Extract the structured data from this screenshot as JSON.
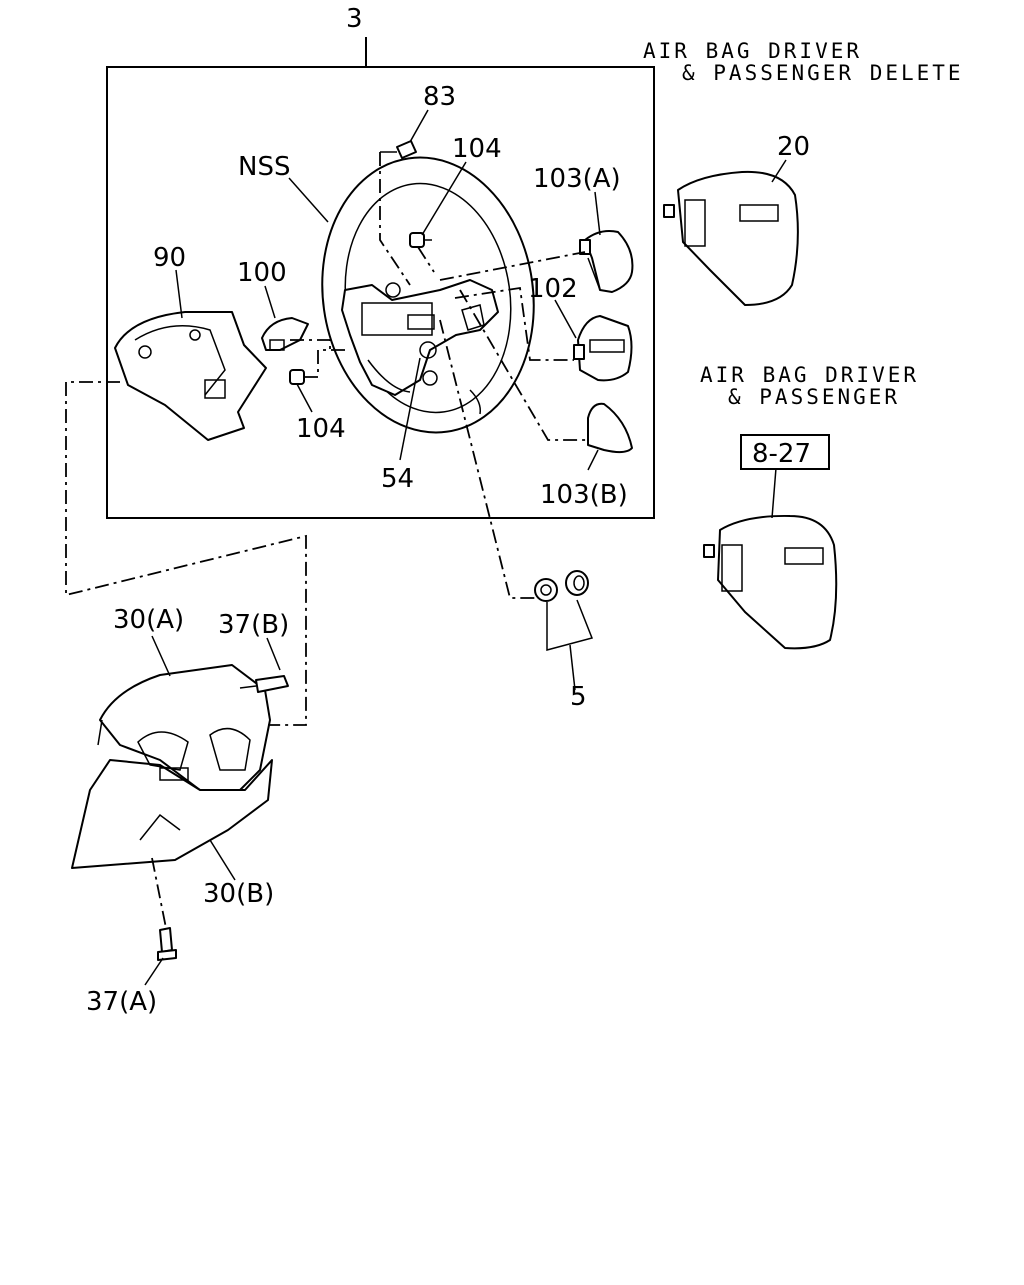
{
  "notes": {
    "delete_line1": "AIR BAG DRIVER",
    "delete_line2": "& PASSENGER DELETE",
    "airbag_line1": "AIR BAG DRIVER",
    "airbag_line2": "& PASSENGER"
  },
  "callouts": {
    "c3": "3",
    "c83": "83",
    "c104_top": "104",
    "c103a": "103(A)",
    "c20": "20",
    "nss": "NSS",
    "c90": "90",
    "c100": "100",
    "c102": "102",
    "c104_low": "104",
    "c54": "54",
    "c103b": "103(B)",
    "ref_8_27": "8-27",
    "c5": "5",
    "c30a": "30(A)",
    "c37b": "37(B)",
    "c30b": "30(B)",
    "c37a": "37(A)"
  }
}
